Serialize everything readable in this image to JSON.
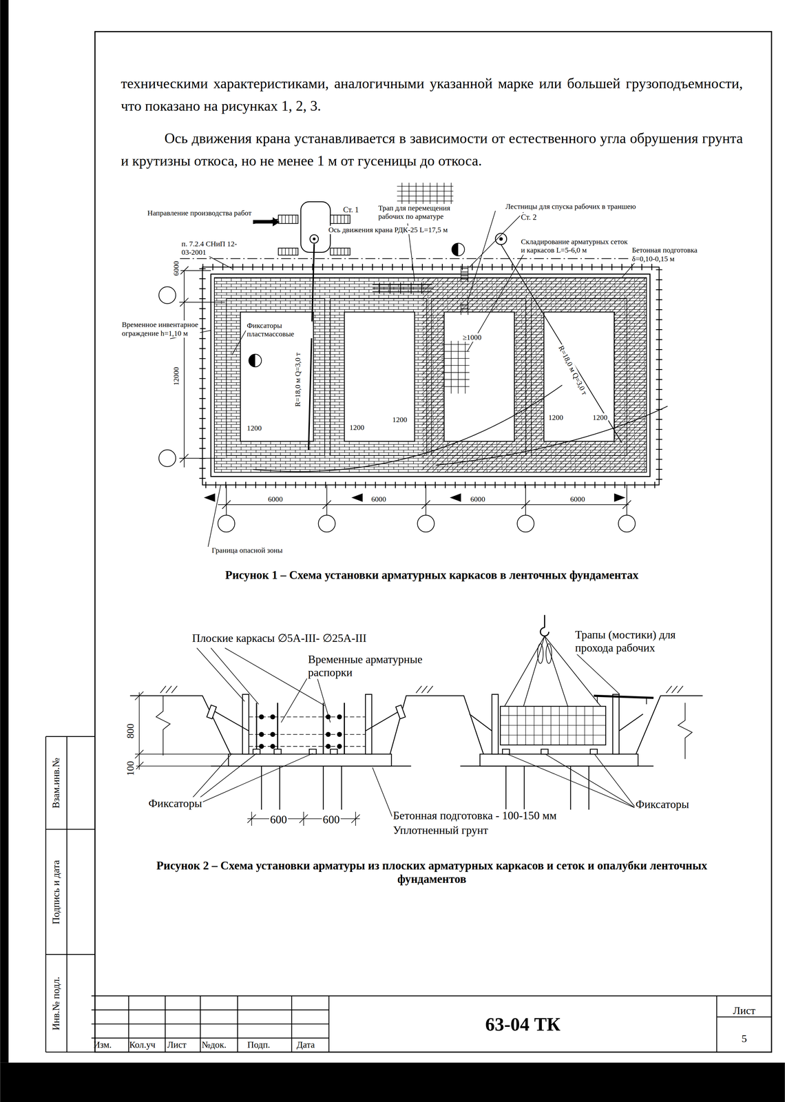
{
  "diagram": {
    "nodes": [
      {
        "text": [
          "63-04 ТК"
        ]
      },
      {
        "text": [
          "Лист",
          "5"
        ]
      },
      {
        "text": [
          "Взам.инв.№"
        ]
      },
      {
        "text": [
          "Подпись и дата"
        ]
      },
      {
        "text": [
          "Инв.№ подл."
        ]
      }
    ],
    "labels": [
      "техническими характеристиками, аналогичными указанной марке или большей грузоподъемности, что показано на рисунках 1, 2, 3.",
      "Ось движения крана устанавливается в зависимости от естественного угла обрушения грунта и крутизны откоса, но не менее 1 м от гусеницы до откоса.",
      "Направление производства работ",
      "Ст. 1",
      "Трап для перемещения рабочих по арматуре",
      "Ось движения крана РДК-25 L=17,5 м",
      "Лестницы для спуска рабочих в траншею",
      "Ст. 2",
      "Складирование арматурных сеток и каркасов L=5-6,0 м",
      "Бетонная подготовка δ=0,10-0,15 м",
      "п. 7.2.4 СНиП 12-03-2001",
      "6000",
      "12000",
      "Временное инвентарное ограждение h=1,10 м",
      "Фиксаторы пластмассовые",
      "R=18,0 м Q=3,0 т",
      "≥1000",
      "R=18,0 м Q=3,0 т",
      "1200",
      "1200",
      "1200",
      "1200",
      "1200",
      "6000",
      "6000",
      "6000",
      "6000",
      "Граница опасной зоны",
      "Рисунок 1 – Схема установки арматурных каркасов в ленточных фундаментах",
      "Плоские каркасы ∅5А-III- ∅25А-III",
      "Временные арматурные распорки",
      "Трапы (мостики) для прохода рабочих",
      "800",
      "100",
      "Фиксаторы",
      "600",
      "600",
      "Бетонная подготовка - 100-150 мм",
      "Уплотненный грунт",
      "Фиксаторы",
      "Рисунок 2 – Схема установки арматуры из плоских арматурных каркасов и сеток и опалубки ленточных фундаментов",
      "Изм.",
      "Кол.уч",
      "Лист",
      "№док.",
      "Подп.",
      "Дата"
    ]
  }
}
